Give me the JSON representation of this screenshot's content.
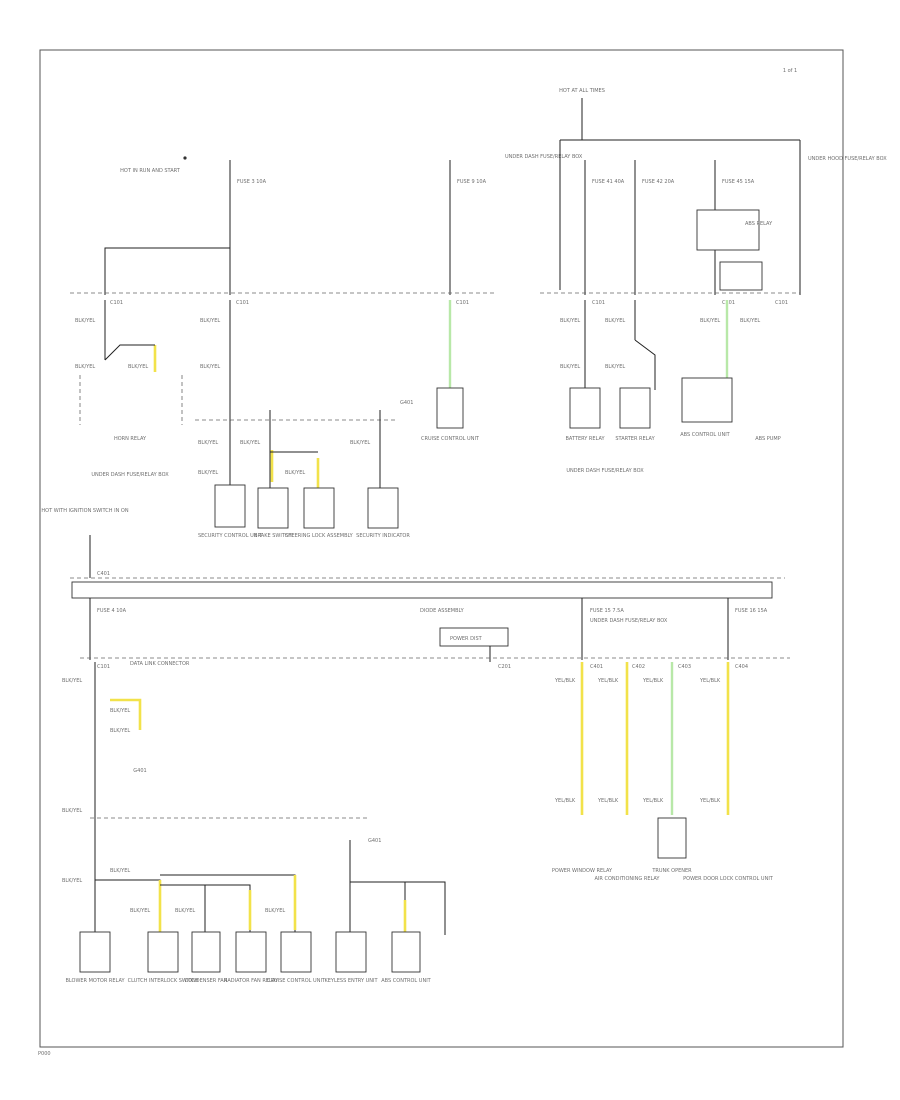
{
  "diagram": {
    "page_ref": "1 of 1",
    "footer_code": "P000",
    "top_left": {
      "source_label": "HOT IN RUN AND START",
      "fuse_a": "FUSE 3 10A",
      "fuse_b": "FUSE 9 10A",
      "under_dash_label": "UNDER DASH FUSE/RELAY BOX",
      "c_labels": [
        "C101",
        "C101",
        "C101"
      ],
      "wire_colors": [
        "BLK/YEL",
        "BLK/YEL",
        "BLK/YEL",
        "BLK/YEL",
        "BLK/YEL",
        "BLK/YEL",
        "BLK/YEL",
        "BLK/YEL",
        "BLK/YEL",
        "BLK/YEL"
      ],
      "components": [
        "HORN RELAY",
        "UNDER DASH FUSE/RELAY BOX",
        "SECURITY CONTROL UNIT",
        "BRAKE SWITCH",
        "STEERING LOCK ASSEMBLY",
        "SECURITY INDICATOR",
        "CRUISE CONTROL UNIT"
      ],
      "ground_label": "G401"
    },
    "top_right": {
      "source_label": "HOT AT ALL TIMES",
      "fuse_a": "FUSE 41 40A",
      "fuse_b": "FUSE 42 20A",
      "fuse_c": "FUSE 45 15A",
      "relay_label": "ABS RELAY",
      "box_label": "UNDER HOOD FUSE/RELAY BOX",
      "c_labels": [
        "C101",
        "C101",
        "C101"
      ],
      "wire_colors": [
        "BLK/YEL",
        "BLK/YEL",
        "BLK/YEL",
        "BLK/YEL",
        "BLK/YEL",
        "BLK/YEL"
      ],
      "components": [
        "BATTERY RELAY",
        "STARTER RELAY",
        "ABS CONTROL UNIT",
        "ABS PUMP",
        "UNDER DASH FUSE/RELAY BOX"
      ]
    },
    "middle": {
      "source_label": "HOT WITH IGNITION SWITCH IN ON",
      "bus_label": "C401",
      "fuse_left": "FUSE 4 10A",
      "left_label": "DATA LINK CONNECTOR",
      "center_label": "DIODE ASSEMBLY",
      "center_sub": "POWER DIST",
      "right_label": "UNDER DASH FUSE/RELAY BOX",
      "fuse_right_a": "FUSE 15 7.5A",
      "fuse_right_b": "FUSE 16 15A",
      "c_labels": [
        "C101",
        "C201",
        "C401",
        "C402",
        "C403",
        "C404"
      ]
    },
    "bottom_left": {
      "source_label": "G401",
      "wire_colors": [
        "BLK/YEL",
        "BLK/YEL",
        "BLK/YEL",
        "BLK/YEL",
        "BLK/YEL",
        "BLK/YEL",
        "BLK/YEL",
        "BLK/YEL",
        "BLK/YEL"
      ],
      "components": [
        "BLOWER MOTOR RELAY",
        "CLUTCH INTERLOCK SWITCH",
        "CONDENSER FAN",
        "RADIATOR FAN RELAY",
        "CRUISE CONTROL UNIT",
        "KEYLESS ENTRY UNIT",
        "ABS CONTROL UNIT"
      ],
      "ground_label": "G401"
    },
    "bottom_right": {
      "wire_colors": [
        "YEL/BLK",
        "YEL/BLK",
        "YEL/BLK",
        "YEL/BLK",
        "YEL/BLK",
        "YEL/BLK",
        "YEL/BLK",
        "YEL/BLK"
      ],
      "components": [
        "POWER WINDOW RELAY",
        "AIR CONDITIONING RELAY",
        "TRUNK OPENER",
        "POWER DOOR LOCK CONTROL UNIT"
      ]
    }
  }
}
